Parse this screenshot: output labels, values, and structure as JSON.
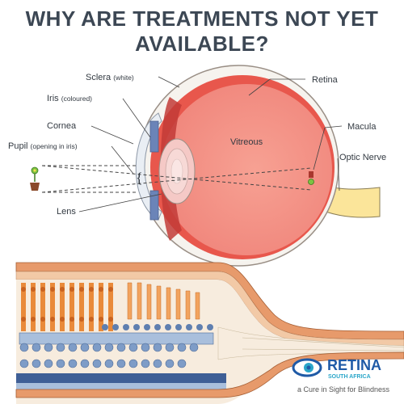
{
  "title": {
    "line1": "WHY ARE TREATMENTS NOT YET",
    "line2": "AVAILABLE?"
  },
  "labels": {
    "sclera": {
      "name": "Sclera",
      "note": "(white)"
    },
    "iris": {
      "name": "Iris",
      "note": "(coloured)"
    },
    "cornea": {
      "name": "Cornea"
    },
    "pupil": {
      "name": "Pupil",
      "note": "(opening in iris)"
    },
    "lens": {
      "name": "Lens"
    },
    "vitreous": {
      "name": "Vitreous"
    },
    "retina": {
      "name": "Retina"
    },
    "macula": {
      "name": "Macula"
    },
    "optic_nerve": {
      "name": "Optic Nerve"
    }
  },
  "logo": {
    "word": "RETINA",
    "sub": "SOUTH AFRICA",
    "tagline": "a Cure in Sight for Blindness"
  },
  "colors": {
    "title": "#3c4754",
    "eyeball": "#f0857b",
    "eyeball_dark": "#d9534a",
    "sclera": "#f6f3ee",
    "lens": "#f5c9c6",
    "nerve": "#fbe59a",
    "logo_blue": "#1f5aa6",
    "logo_teal": "#2aa6c9"
  }
}
